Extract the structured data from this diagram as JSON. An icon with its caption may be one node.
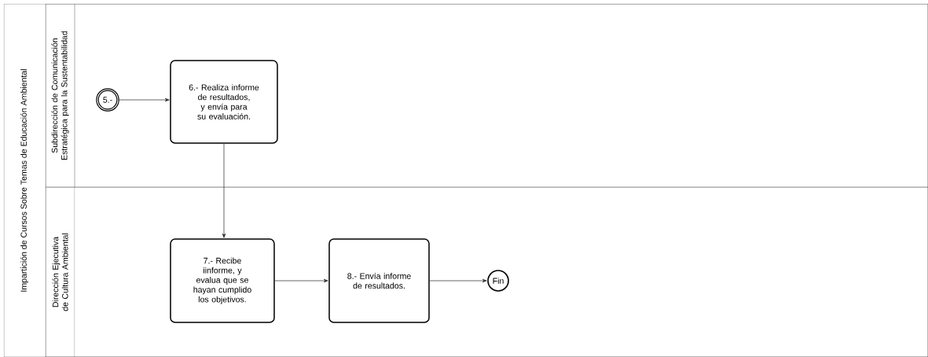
{
  "diagram": {
    "nodes": [
      {
        "text": [
          "Impartición de Cursos Sobre Temas de Educación Ambiental"
        ]
      },
      {
        "text": [
          "Subdirección de Comunicación Estratégica para la Sustentabilidad"
        ],
        "in": 0
      },
      {
        "text": [
          "Dirección Ejecutiva de Cultura Ambiental"
        ],
        "in": 0
      },
      {
        "text": [
          "5.-"
        ],
        "in": 1
      },
      {
        "text": [
          "6.- Realiza informe de resultados, y envía para su evaluación."
        ],
        "in": 1
      },
      {
        "text": [
          "7.- Recibe iinforme, y evalua que se hayan cumplido los objetivos."
        ],
        "in": 2
      },
      {
        "text": [
          "8.- Envía informe de resultados."
        ],
        "in": 2
      },
      {
        "text": [
          "Fin"
        ],
        "in": 2
      }
    ],
    "edges": [
      {
        "from": 3,
        "to": 4,
        "arrow": "to"
      },
      {
        "from": 4,
        "to": 5,
        "arrow": "to"
      },
      {
        "from": 5,
        "to": 6,
        "arrow": "to"
      },
      {
        "from": 6,
        "to": 7,
        "arrow": "to"
      }
    ]
  }
}
